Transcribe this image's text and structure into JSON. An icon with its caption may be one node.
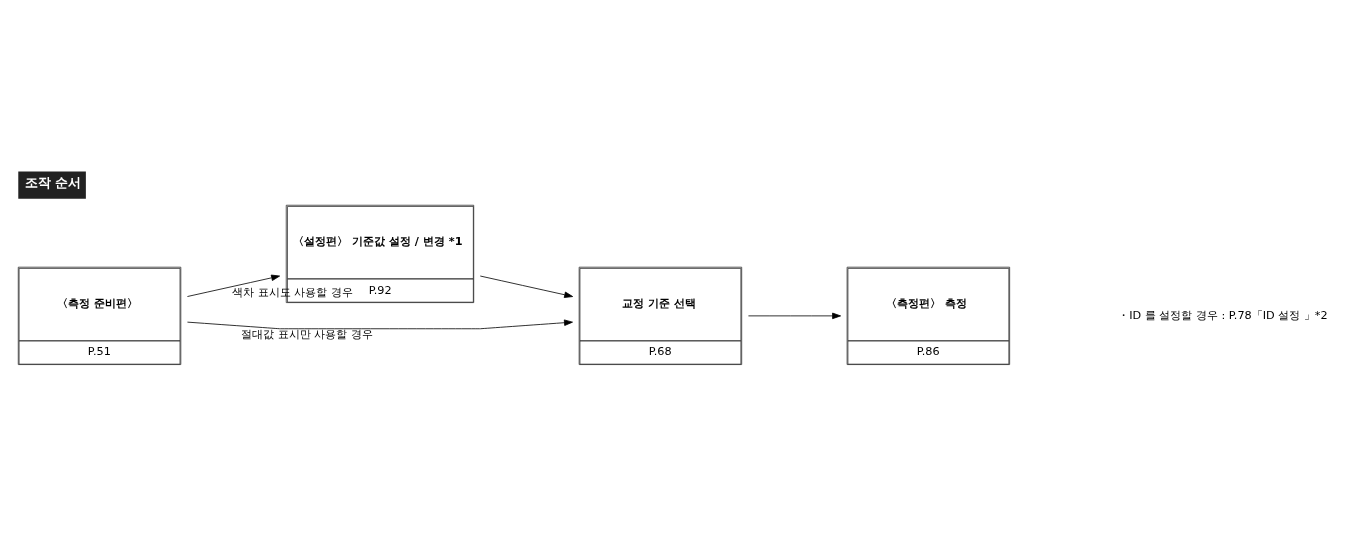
{
  "diagram": {
    "title": "조작 순서",
    "nodes": [
      {
        "text": [
          "〈측정 준비편〉",
          "P.51"
        ]
      },
      {
        "text": [
          "〈설정편〉 기준값 설정 / 변경 *1",
          "P.92"
        ]
      },
      {
        "text": [
          "교정 기준 선택",
          "P.68"
        ]
      },
      {
        "text": [
          "〈측정편〉 측정",
          "P.86"
        ]
      }
    ],
    "edges": [
      {
        "from": 0,
        "to": 2,
        "arrow": "to",
        "label": "절대값 표시만 사용할 경우"
      },
      {
        "from": 0,
        "to": 1,
        "arrow": "to",
        "label": "색차 표시도 사용할 경우"
      },
      {
        "from": 1,
        "to": 2,
        "arrow": "to"
      },
      {
        "from": 2,
        "to": 3,
        "arrow": "to"
      }
    ],
    "labels": [
      "・ID 를 설정할 경우 : P.78「ID 설정 」*2"
    ]
  }
}
